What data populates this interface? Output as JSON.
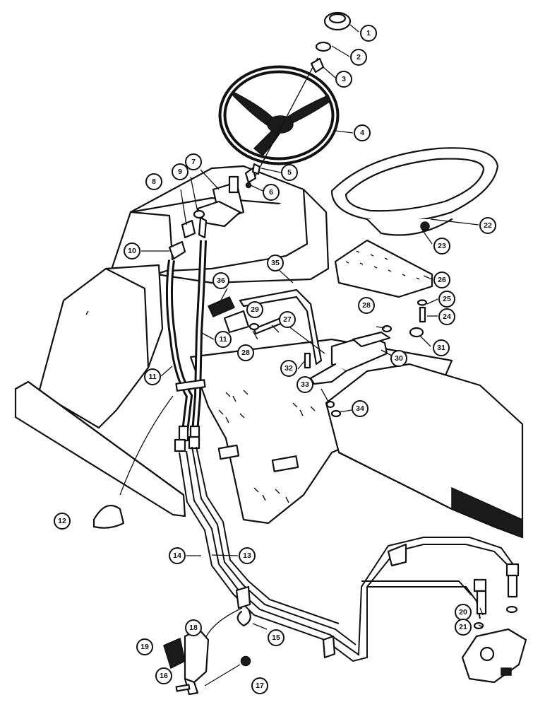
{
  "callouts": [
    "1",
    "2",
    "3",
    "4",
    "5",
    "6",
    "7",
    "8",
    "9",
    "10",
    "11",
    "11",
    "12",
    "13",
    "14",
    "15",
    "16",
    "17",
    "18",
    "19",
    "20",
    "21",
    "22",
    "23",
    "24",
    "25",
    "26",
    "27",
    "28",
    "28",
    "29",
    "30",
    "31",
    "32",
    "33",
    "34",
    "35",
    "36"
  ]
}
